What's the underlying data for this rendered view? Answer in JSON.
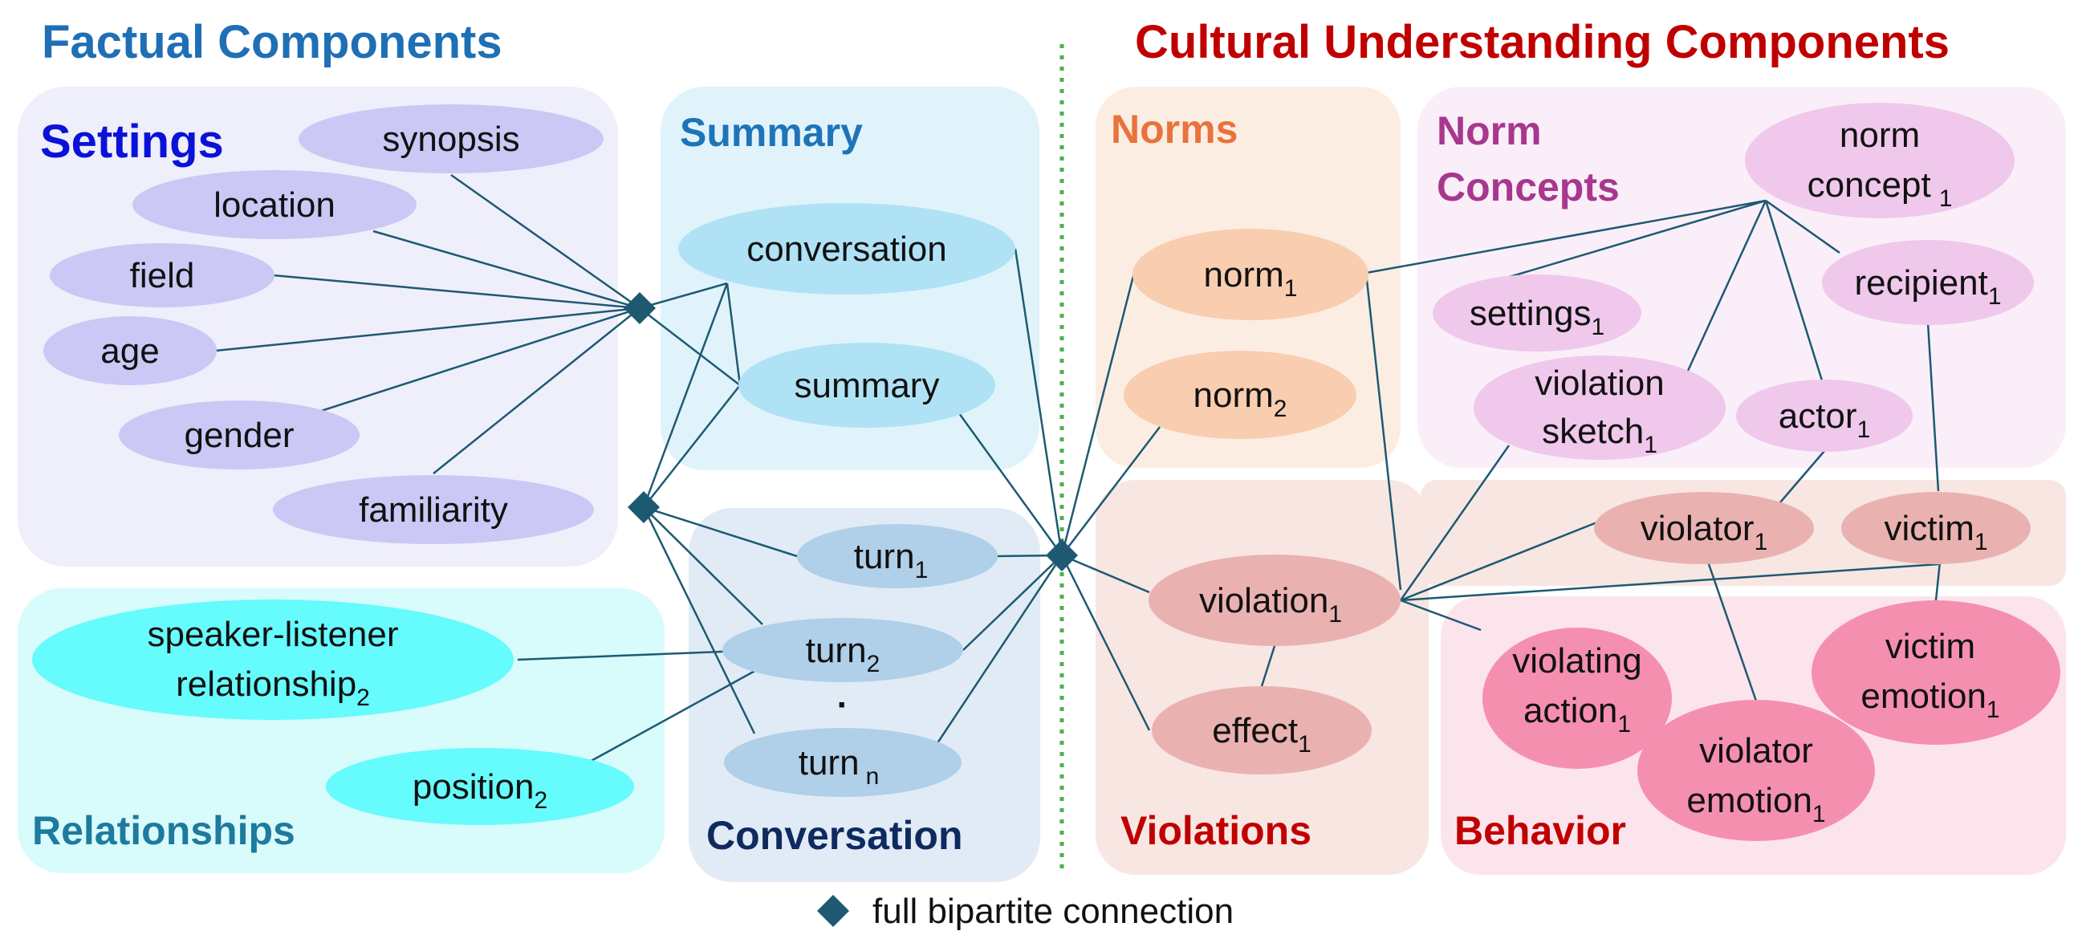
{
  "headers": {
    "factual": "Factual Components",
    "cultural": "Cultural Understanding Components"
  },
  "groups": {
    "settings": "Settings",
    "summary": "Summary",
    "relationships": "Relationships",
    "conversation": "Conversation",
    "norms": "Norms",
    "norm_concepts_1": "Norm",
    "norm_concepts_2": "Concepts",
    "violations": "Violations",
    "behavior": "Behavior"
  },
  "nodes": {
    "synopsis": "synopsis",
    "location": "location",
    "field": "field",
    "age": "age",
    "gender": "gender",
    "familiarity": "familiarity",
    "conversation": "conversation",
    "summary": "summary",
    "turn1": "turn",
    "turn1_sub": "1",
    "turn2": "turn",
    "turn2_sub": "2",
    "ellipsis": "·",
    "turnn": "turn",
    "turnn_sub": "n",
    "slr_1": "speaker-listener",
    "slr_2": "relationship",
    "slr_sub": "2",
    "position": "position",
    "position_sub": "2",
    "norm1": "norm",
    "norm1_sub": "1",
    "norm2": "norm",
    "norm2_sub": "2",
    "violation1": "violation",
    "violation1_sub": "1",
    "effect1": "effect",
    "effect1_sub": "1",
    "normconcept_1": "norm",
    "normconcept_2": "concept",
    "normconcept_sub": "1",
    "settings1": "settings",
    "settings1_sub": "1",
    "recipient1": "recipient",
    "recipient1_sub": "1",
    "vsketch_1": "violation",
    "vsketch_2": "sketch",
    "vsketch_sub": "1",
    "actor1": "actor",
    "actor1_sub": "1",
    "violator1": "violator",
    "violator1_sub": "1",
    "victim1": "victim",
    "victim1_sub": "1",
    "vaction_1": "violating",
    "vaction_2": "action",
    "vaction_sub": "1",
    "vemotion_1": "violator",
    "vemotion_2": "emotion",
    "vemotion_sub": "1",
    "victemotion_1": "victim",
    "victemotion_2": "emotion",
    "victemotion_sub": "1"
  },
  "legend": {
    "text": "full bipartite connection"
  },
  "colors": {
    "factual_header": "#1f6fb5",
    "cultural_header": "#c00000",
    "line": "#1d5a72",
    "divider": "#4caf50",
    "settings_panel": "#efeefb",
    "settings_node": "#cbc8f5",
    "summary_panel": "#e0f3fb",
    "summary_node": "#b0e2f5",
    "relationships_panel": "#d8fbfc",
    "relationships_node": "#66fbfc",
    "conversation_panel": "#e0ebf6",
    "conversation_node": "#b0cfe8",
    "norms_panel": "#fcede3",
    "norms_node": "#f8cdb0",
    "normconcepts_panel": "#faeef8",
    "normconcepts_node": "#efc8ec",
    "violations_panel": "#f8e6e3",
    "violations_node": "#e9b2b0",
    "behavior_panel": "#fce4ec",
    "behavior_node": "#f58fb0"
  }
}
